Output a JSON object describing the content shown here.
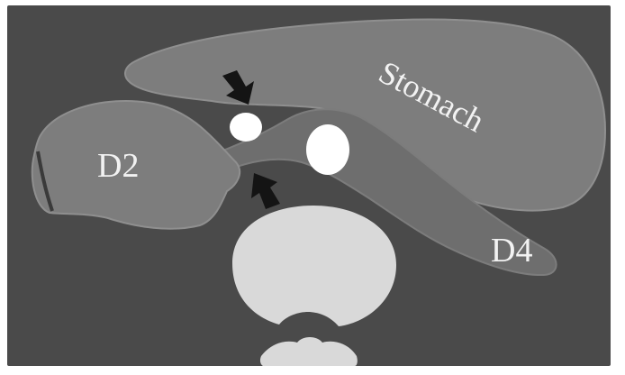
{
  "labels": {
    "stomach": "Stomach",
    "d2": "D2",
    "d4": "D4"
  },
  "colors": {
    "frame": "#4a4a4a",
    "organ": "#7d7d7d",
    "organ_outline": "#8f8f8f",
    "duodenum_d4": "#6e6e6e",
    "vessel": "#ffffff",
    "vertebra": "#d9d9d9",
    "arrow": "#141414",
    "label": "#f2f2f2"
  },
  "icons": {
    "upper_arrow": "arrow-down-icon",
    "lower_arrow": "arrow-up-icon"
  }
}
